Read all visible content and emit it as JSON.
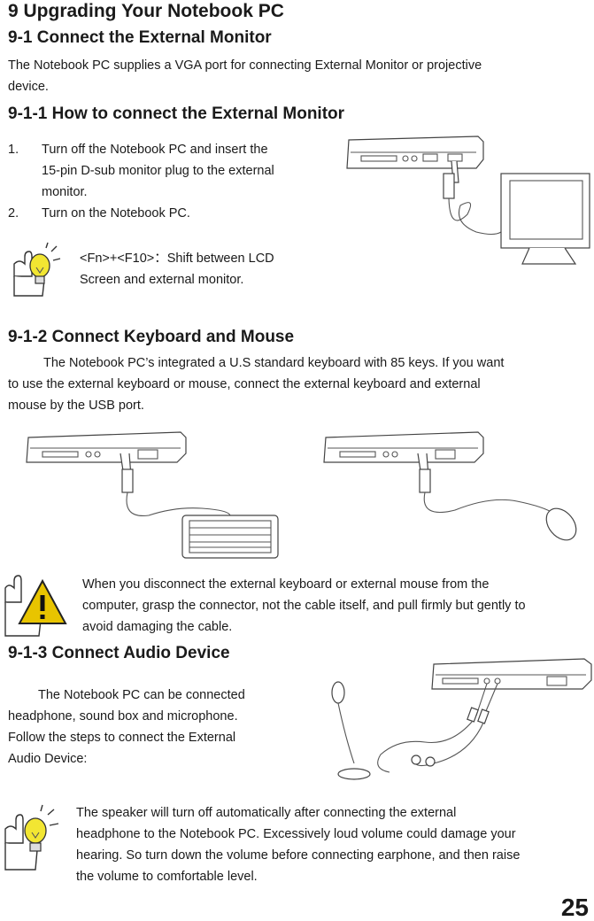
{
  "title": "9 Upgrading Your Notebook PC",
  "s1": {
    "heading": "9-1 Connect the External Monitor",
    "intro": [
      "The Notebook PC supplies a VGA port for connecting External Monitor or projective",
      "device."
    ]
  },
  "s11": {
    "heading": "9-1-1 How to connect the External Monitor",
    "steps": [
      {
        "num": "1.",
        "lines": [
          "Turn off the Notebook PC and insert the",
          "15-pin D-sub monitor plug to the external",
          "monitor."
        ]
      },
      {
        "num": "2.",
        "lines": [
          "Turn on the Notebook PC."
        ]
      }
    ],
    "tip": [
      "<Fn>+<F10>：Shift between LCD",
      "Screen and external monitor."
    ]
  },
  "s12": {
    "heading": "9-1-2 Connect Keyboard and Mouse",
    "body": [
      "The Notebook PC’s integrated a U.S standard keyboard with 85 keys. If you want",
      "to use the external keyboard or mouse, connect the external keyboard and external",
      "mouse by the USB port."
    ],
    "warning": [
      "When you disconnect the external keyboard or external mouse from the",
      "computer, grasp the connector, not the cable itself, and pull firmly but gently to",
      "avoid damaging the cable."
    ]
  },
  "s13": {
    "heading": "9-1-3 Connect Audio Device",
    "body": [
      "The Notebook PC can be connected",
      "headphone, sound box and microphone.",
      "Follow the steps to connect the External",
      "Audio Device:"
    ],
    "tip": [
      "The speaker will turn off automatically after connecting the external",
      "headphone to the Notebook PC. Excessively loud volume could damage your",
      "hearing. So turn down the volume before connecting earphone, and then raise",
      "the volume to comfortable level."
    ]
  },
  "page_number": "25",
  "icons": {
    "tip": "lightbulb-hand-icon",
    "warning": "warning-hand-icon"
  },
  "colors": {
    "bulb": "#f2e632",
    "warning": "#e8c400",
    "text": "#1a1a1a"
  }
}
